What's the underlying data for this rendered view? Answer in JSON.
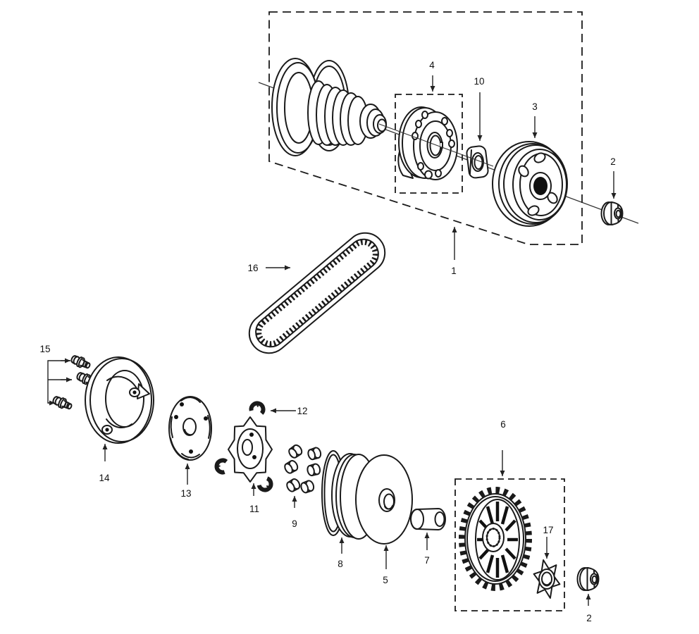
{
  "diagram": {
    "background": "#ffffff",
    "ink_color": "#1a1a1a",
    "type": "exploded-parts-diagram",
    "callouts": {
      "n1": "1",
      "n2_top": "2",
      "n2_bottom": "2",
      "n3": "3",
      "n4": "4",
      "n5": "5",
      "n6": "6",
      "n7": "7",
      "n8": "8",
      "n9": "9",
      "n10": "10",
      "n11": "11",
      "n12": "12",
      "n13": "13",
      "n14": "14",
      "n15": "15",
      "n16": "16",
      "n17": "17"
    }
  }
}
